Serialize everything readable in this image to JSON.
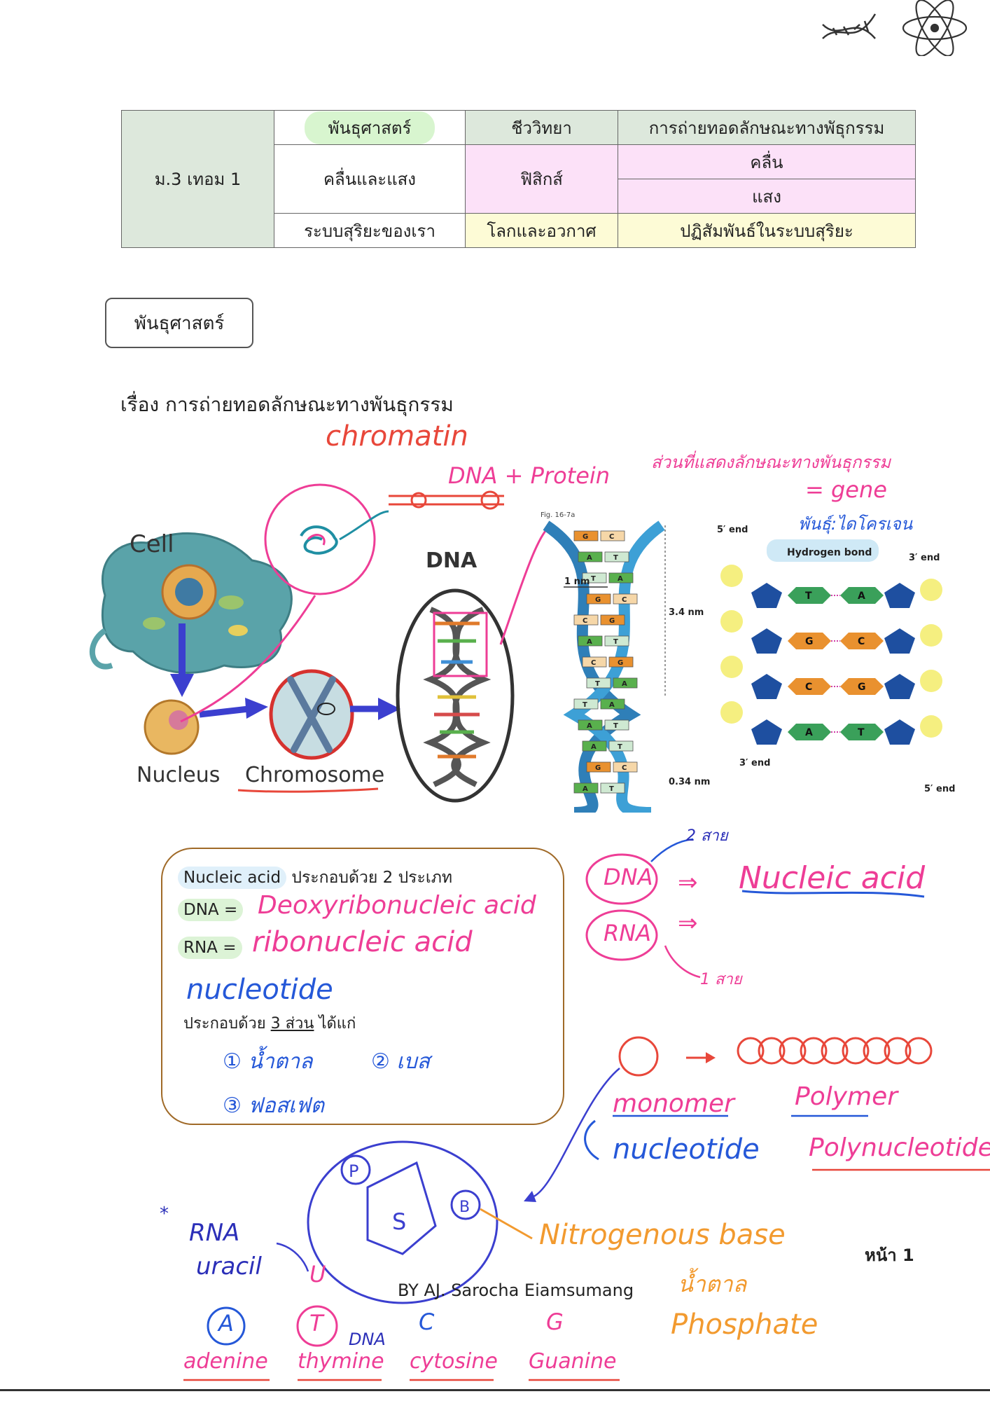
{
  "table": {
    "level": "ม.3 เทอม 1",
    "rows": [
      {
        "unit": "พันธุศาสตร์",
        "subject": "ชีววิทยา",
        "topic": "การถ่ายทอดลักษณะทางพัธุกรรม"
      },
      {
        "unit": "คลื่นและแสง",
        "subject": "ฟิสิกส์",
        "topics": [
          "คลื่น",
          "แสง"
        ]
      },
      {
        "unit": "ระบบสุริยะของเรา",
        "subject": "โลกและอวกาศ",
        "topic": "ปฏิสัมพันธ์ในระบบสุริยะ"
      }
    ]
  },
  "colors": {
    "green_cell": "#dde8dc",
    "green_pill": "#d8f5cf",
    "pink_cell": "#fce1f8",
    "yellow_cell": "#fdfbd6",
    "pink_ink": "#ee3d96",
    "red_ink": "#e8473a",
    "blue_ink": "#2558d8",
    "orange_ink": "#f29a2f"
  },
  "section_tag": "พันธุศาสตร์",
  "topic_title": "เรื่อง การถ่ายทอดลักษณะทางพันธุกรรม",
  "diagram": {
    "cell": "Cell",
    "nucleus": "Nucleus",
    "chromosome": "Chromosome",
    "dna": "DNA",
    "fig_label": "Fig. 16-7a",
    "measure_1nm": "1 nm",
    "measure_34nm": "3.4 nm",
    "measure_034nm": "0.34 nm",
    "strand_5end_top": "5′ end",
    "strand_3end_top": "3′ end",
    "strand_3end_bottom": "3′ end",
    "strand_5end_bottom": "5′ end",
    "hydrogen_bond": "Hydrogen bond",
    "helix_bases": [
      "G",
      "C",
      "A",
      "T",
      "T",
      "A",
      "G",
      "C",
      "C",
      "G",
      "A",
      "T",
      "C",
      "G",
      "T",
      "A",
      "T",
      "A",
      "A",
      "T",
      "A",
      "T",
      "G",
      "C",
      "A",
      "T"
    ],
    "ladder_pairs": [
      [
        "T",
        "A"
      ],
      [
        "G",
        "C"
      ],
      [
        "C",
        "G"
      ],
      [
        "A",
        "T"
      ]
    ]
  },
  "notes": {
    "chromatin": "chromatin",
    "dna_protein": "DNA + Protein",
    "trait_part": "ส่วนที่แสดงลักษณะทางพันธุกรรม",
    "gene_eq": "= gene",
    "genotype": "พันธุ์:ไดโครเจน",
    "two_strands": "2 สาย",
    "one_strand": "1 สาย",
    "dna_circle": "DNA",
    "rna_circle": "RNA",
    "arrow_eq": "⇒",
    "nucleic_acid": "Nucleic acid",
    "monomer": "monomer",
    "polymer": "Polymer",
    "nucleotide_h": "nucleotide",
    "polynucleotide": "Polynucleotide",
    "struct_p": "P",
    "struct_s": "S",
    "struct_b": "B",
    "nitrogenous_base": "Nitrogenous base",
    "sugar": "น้ำตาล",
    "phosphate": "Phosphate",
    "rna_note": "RNA",
    "uracil": "uracil",
    "u": "U",
    "star": "*",
    "base_a": "A",
    "base_t": "T",
    "base_c": "C",
    "base_g": "G",
    "dna_small": "DNA",
    "adenine": "adenine",
    "thymine": "thymine",
    "cytosine": "cytosine",
    "guanine": "Guanine"
  },
  "nucleic_box": {
    "line1_hl": "Nucleic acid",
    "line1_rest": " ประกอบด้วย 2 ประเภท",
    "dna_label": "DNA =",
    "dna_hand": "Deoxyribonucleic acid",
    "rna_label": "RNA =",
    "rna_hand": "ribonucleic acid",
    "nucleotide_hand": "nucleotide",
    "comp_pre": "ประกอบด้วย",
    "comp_u": "3 ส่วน",
    "comp_post": "ได้แก่",
    "item1": "① น้ำตาล",
    "item2": "② เบส",
    "item3": "③ ฟอสเฟต"
  },
  "footer": {
    "author": "BY AJ. Sarocha Eiamsumang",
    "page": "หน้า 1"
  }
}
